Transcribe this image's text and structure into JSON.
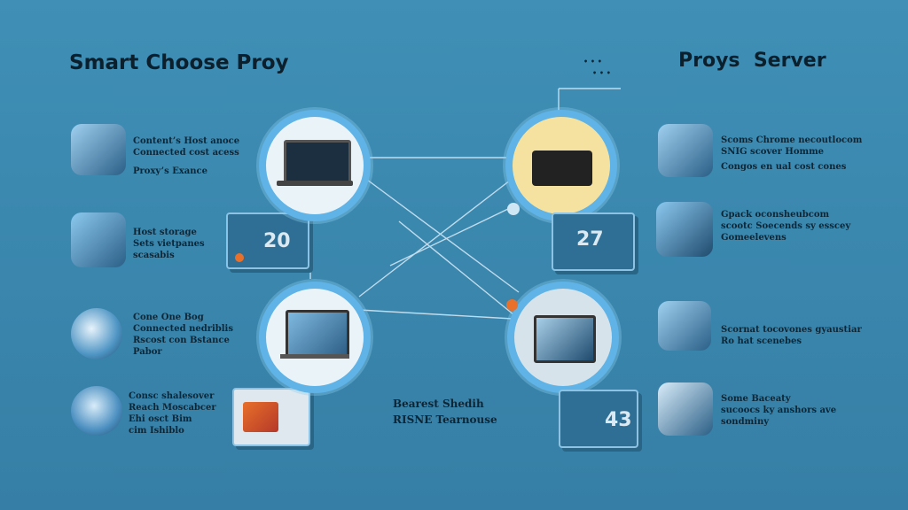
{
  "header": {
    "left_title": "Smart Choose Proy",
    "right_title": "Proys  Server",
    "right_small_1": "• • •",
    "right_small_2": "• • •"
  },
  "left_items": [
    {
      "lines": [
        "Content’s Host anoce",
        "Connected cost acess",
        "Proxy’s Exance"
      ]
    },
    {
      "lines": [
        "Host storage",
        "Sets vietpanes",
        "scasabis"
      ]
    },
    {
      "lines": [
        "Cone One Bog",
        "Connected nedriblis",
        "Rscost con Bstance",
        "Pabor"
      ]
    },
    {
      "lines": [
        "Consc shalesover",
        "Reach Moscabcer",
        "Ehi osct Bim",
        "cim Ishiblo"
      ]
    }
  ],
  "left_panels": [
    {
      "label": "20"
    },
    {
      "label": ""
    }
  ],
  "right_panels": [
    {
      "label": "27"
    },
    {
      "label": "43"
    }
  ],
  "right_items": [
    {
      "lines": [
        "Scoms Chrome necoutlocom",
        "SNIG scover Homme",
        "Congos en ual cost cones"
      ]
    },
    {
      "lines": [
        "Gpack oconsheubcom",
        "scootc Soecends sy esscey",
        "Gomeelevens"
      ]
    },
    {
      "lines": [
        "Scornat tocovones gyaustiar",
        "Ro hat scenebes"
      ]
    },
    {
      "lines": [
        "Some Baceaty",
        "sucoocs ky anshors ave",
        "sondminy"
      ]
    }
  ],
  "center_label": {
    "line1": "Bearest Shedih",
    "line2": "RISNE Tearnouse"
  },
  "colors": {
    "background": "#3f8fb6",
    "ring": "#5fb3e6",
    "accent_orange": "#e8702a",
    "dark_text": "#0b1f2c"
  }
}
